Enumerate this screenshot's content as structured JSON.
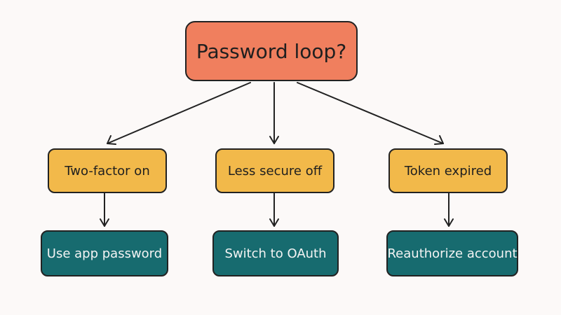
{
  "diagram": {
    "root": {
      "label": "Password loop?",
      "color": "#f07f5e"
    },
    "causes": [
      {
        "label": "Two-factor on"
      },
      {
        "label": "Less secure off"
      },
      {
        "label": "Token expired"
      }
    ],
    "fixes": [
      {
        "label": "Use app password"
      },
      {
        "label": "Switch to OAuth"
      },
      {
        "label": "Reauthorize account"
      }
    ],
    "colors": {
      "cause": "#f2b94a",
      "fix": "#176b6f",
      "line": "#222222",
      "background": "#fcf9f8"
    }
  }
}
